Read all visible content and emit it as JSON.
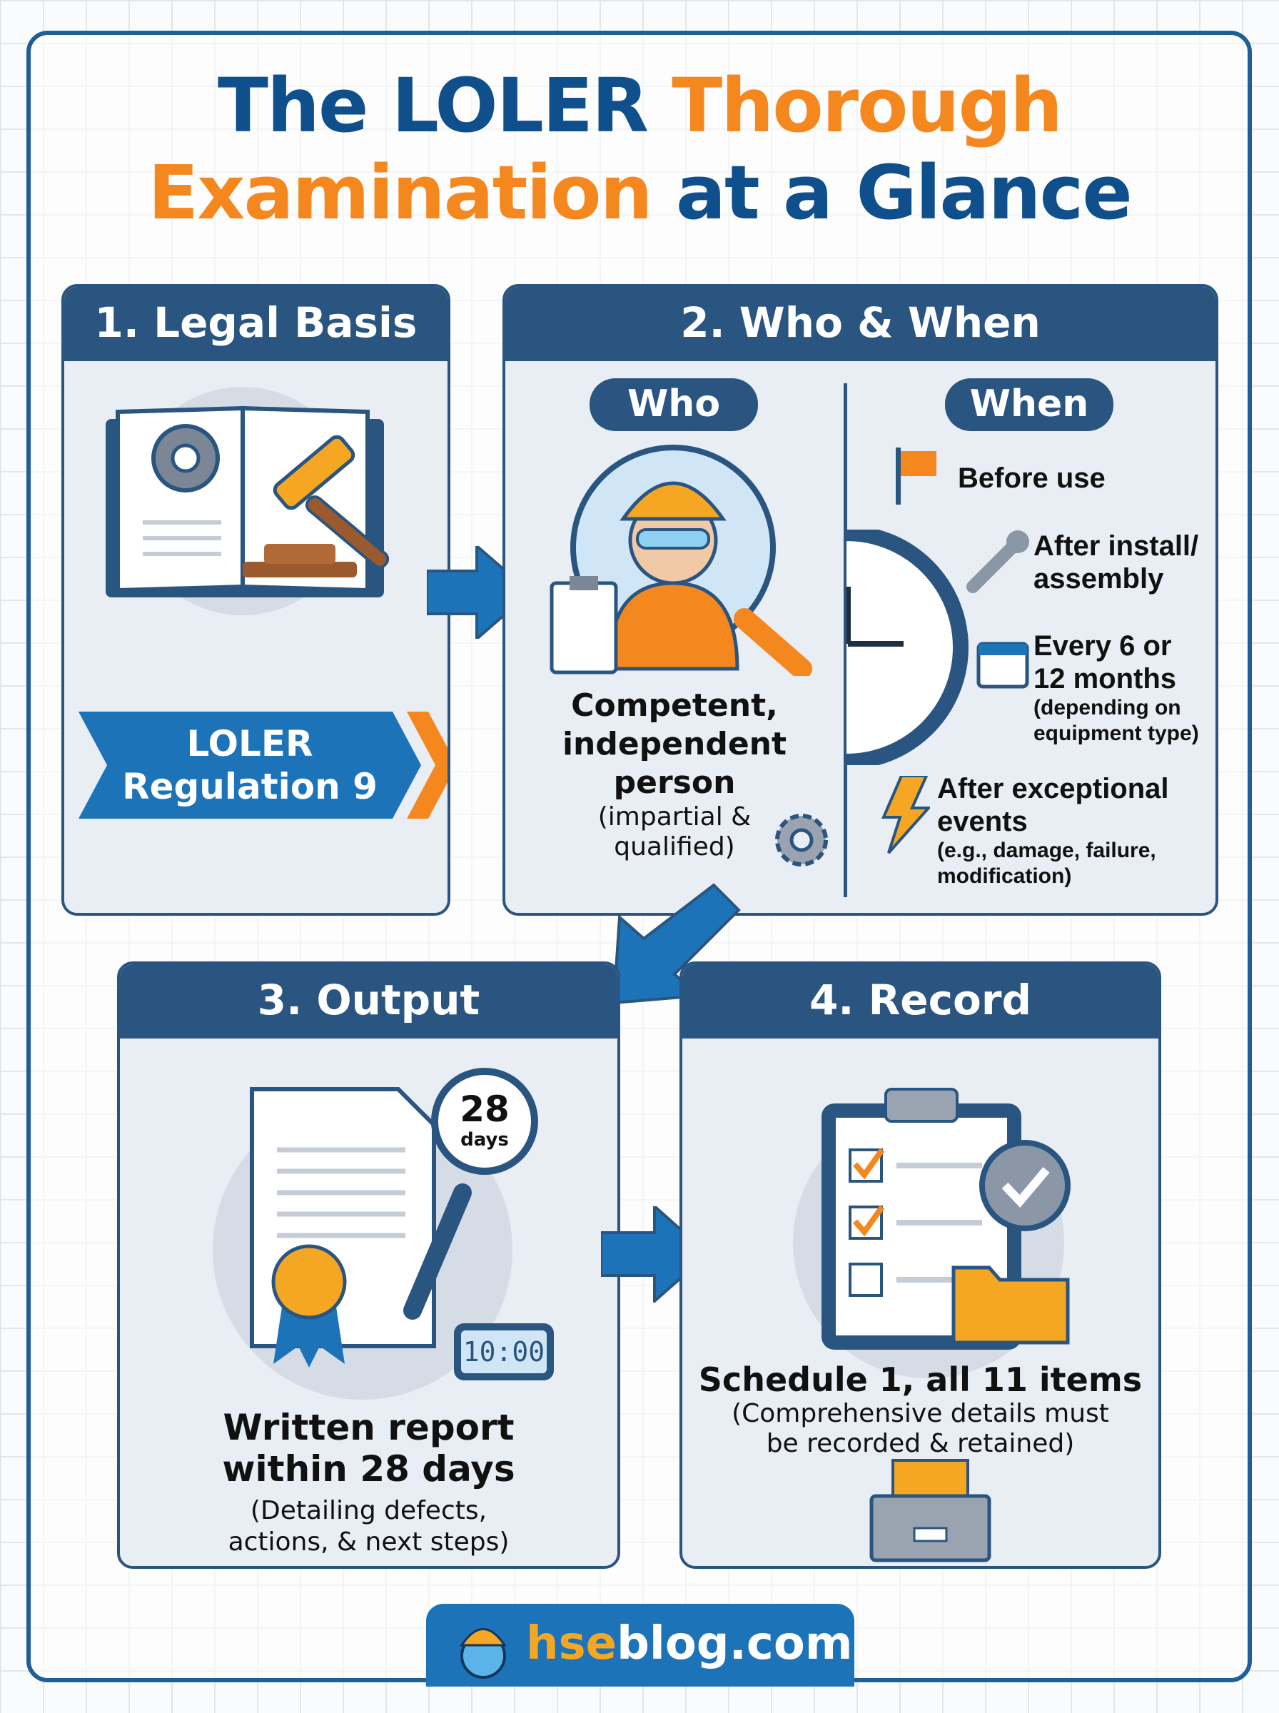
{
  "title": {
    "line1_a": "The LOLER ",
    "line1_b": "Thorough",
    "line2_a": "Examination",
    "line2_b": " at a Glance"
  },
  "colors": {
    "brand_blue": "#0e4f8c",
    "accent_orange": "#f5871f",
    "header_navy": "#2a5580",
    "panel_bg": "#e9eef5"
  },
  "panels": [
    {
      "header": "1. Legal Basis",
      "banner_line1": "LOLER",
      "banner_line2": "Regulation 9",
      "icons": [
        "law-book-icon",
        "gavel-icon",
        "gear-icon"
      ]
    },
    {
      "header": "2. Who & When",
      "who": {
        "label": "Who",
        "main_line1": "Competent,",
        "main_line2": "independent",
        "main_line3": "person",
        "sub_line1": "(impartial &",
        "sub_line2": "qualified)",
        "icons": [
          "inspector-icon",
          "magnifier-icon",
          "clipboard-icon",
          "gear-icon"
        ]
      },
      "when": {
        "label": "When",
        "items": [
          {
            "icon": "flag-icon",
            "line1": "Before use"
          },
          {
            "icon": "wrench-icon",
            "line1": "After install/",
            "line2": "assembly"
          },
          {
            "icon": "calendar-icon",
            "line1": "Every 6 or",
            "line2": "12 months",
            "sub1": "(depending on",
            "sub2": "equipment type)"
          },
          {
            "icon": "lightning-icon",
            "line1": "After exceptional",
            "line2": "events",
            "sub1": "(e.g., damage, failure,",
            "sub2": "modification)"
          }
        ]
      }
    },
    {
      "header": "3. Output",
      "timer_value": "28",
      "timer_unit": "days",
      "clock_display": "10:00",
      "main_line1": "Written report",
      "main_line2": "within 28 days",
      "sub_line1": "(Detailing defects,",
      "sub_line2": "actions, & next steps)"
    },
    {
      "header": "4. Record",
      "main_line1": "Schedule 1, all 11 items",
      "sub_line1": "(Comprehensive details must",
      "sub_line2": "be recorded & retained)"
    }
  ],
  "footer": {
    "brand_a": "hse",
    "brand_b": "blog.com"
  }
}
